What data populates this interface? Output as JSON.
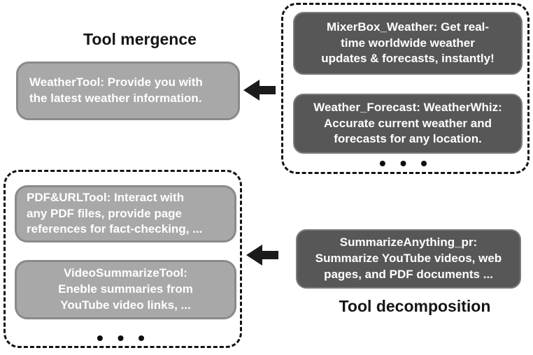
{
  "colors": {
    "background": "#ffffff",
    "dark_box_fill": "#575757",
    "light_box_fill": "#a8a8a8",
    "light_box_border": "#8a8a8a",
    "dashed_border": "#141414",
    "box_text": "#ffffff",
    "title_text": "#161616",
    "arrow": "#1b1b1b"
  },
  "mergence": {
    "title": "Tool mergence",
    "merged_tool": "WeatherTool: Provide you with\nthe latest weather information.",
    "source_tools": [
      "MixerBox_Weather: Get real-\ntime worldwide weather\nupdates & forecasts, instantly!",
      "Weather_Forecast: WeatherWhiz:\nAccurate current weather and\nforecasts for any location."
    ],
    "ellipsis": "• • •"
  },
  "decomposition": {
    "title": "Tool decomposition",
    "source_tool": "SummarizeAnything_pr:\nSummarize YouTube videos, web\npages, and PDF documents ...",
    "decomposed_tools": [
      "PDF&URLTool: Interact with\nany PDF files, provide page\nreferences for fact-checking, ...",
      "VideoSummarizeTool:\nEneble summaries from\nYouTube video links, ..."
    ],
    "ellipsis": "• • •"
  }
}
